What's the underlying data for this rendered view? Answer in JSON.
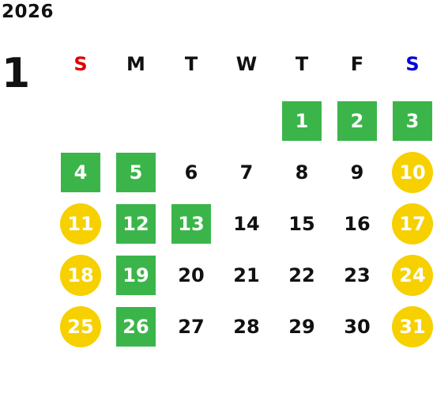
{
  "year": "2026",
  "month": "1",
  "weekdays": [
    "S",
    "M",
    "T",
    "W",
    "T",
    "F",
    "S"
  ],
  "colors": {
    "sunday": "#e00000",
    "saturday": "#0000dd",
    "green": "#3bb54a",
    "yellow": "#f7d000"
  },
  "days": [
    {
      "d": "",
      "s": "empty"
    },
    {
      "d": "",
      "s": "empty"
    },
    {
      "d": "",
      "s": "empty"
    },
    {
      "d": "",
      "s": "empty"
    },
    {
      "d": "1",
      "s": "green"
    },
    {
      "d": "2",
      "s": "green"
    },
    {
      "d": "3",
      "s": "green"
    },
    {
      "d": "4",
      "s": "green"
    },
    {
      "d": "5",
      "s": "green"
    },
    {
      "d": "6",
      "s": "plain"
    },
    {
      "d": "7",
      "s": "plain"
    },
    {
      "d": "8",
      "s": "plain"
    },
    {
      "d": "9",
      "s": "plain"
    },
    {
      "d": "10",
      "s": "yellow"
    },
    {
      "d": "11",
      "s": "yellow"
    },
    {
      "d": "12",
      "s": "green"
    },
    {
      "d": "13",
      "s": "green"
    },
    {
      "d": "14",
      "s": "plain"
    },
    {
      "d": "15",
      "s": "plain"
    },
    {
      "d": "16",
      "s": "plain"
    },
    {
      "d": "17",
      "s": "yellow"
    },
    {
      "d": "18",
      "s": "yellow"
    },
    {
      "d": "19",
      "s": "green"
    },
    {
      "d": "20",
      "s": "plain"
    },
    {
      "d": "21",
      "s": "plain"
    },
    {
      "d": "22",
      "s": "plain"
    },
    {
      "d": "23",
      "s": "plain"
    },
    {
      "d": "24",
      "s": "yellow"
    },
    {
      "d": "25",
      "s": "yellow"
    },
    {
      "d": "26",
      "s": "green"
    },
    {
      "d": "27",
      "s": "plain"
    },
    {
      "d": "28",
      "s": "plain"
    },
    {
      "d": "29",
      "s": "plain"
    },
    {
      "d": "30",
      "s": "plain"
    },
    {
      "d": "31",
      "s": "yellow"
    }
  ]
}
